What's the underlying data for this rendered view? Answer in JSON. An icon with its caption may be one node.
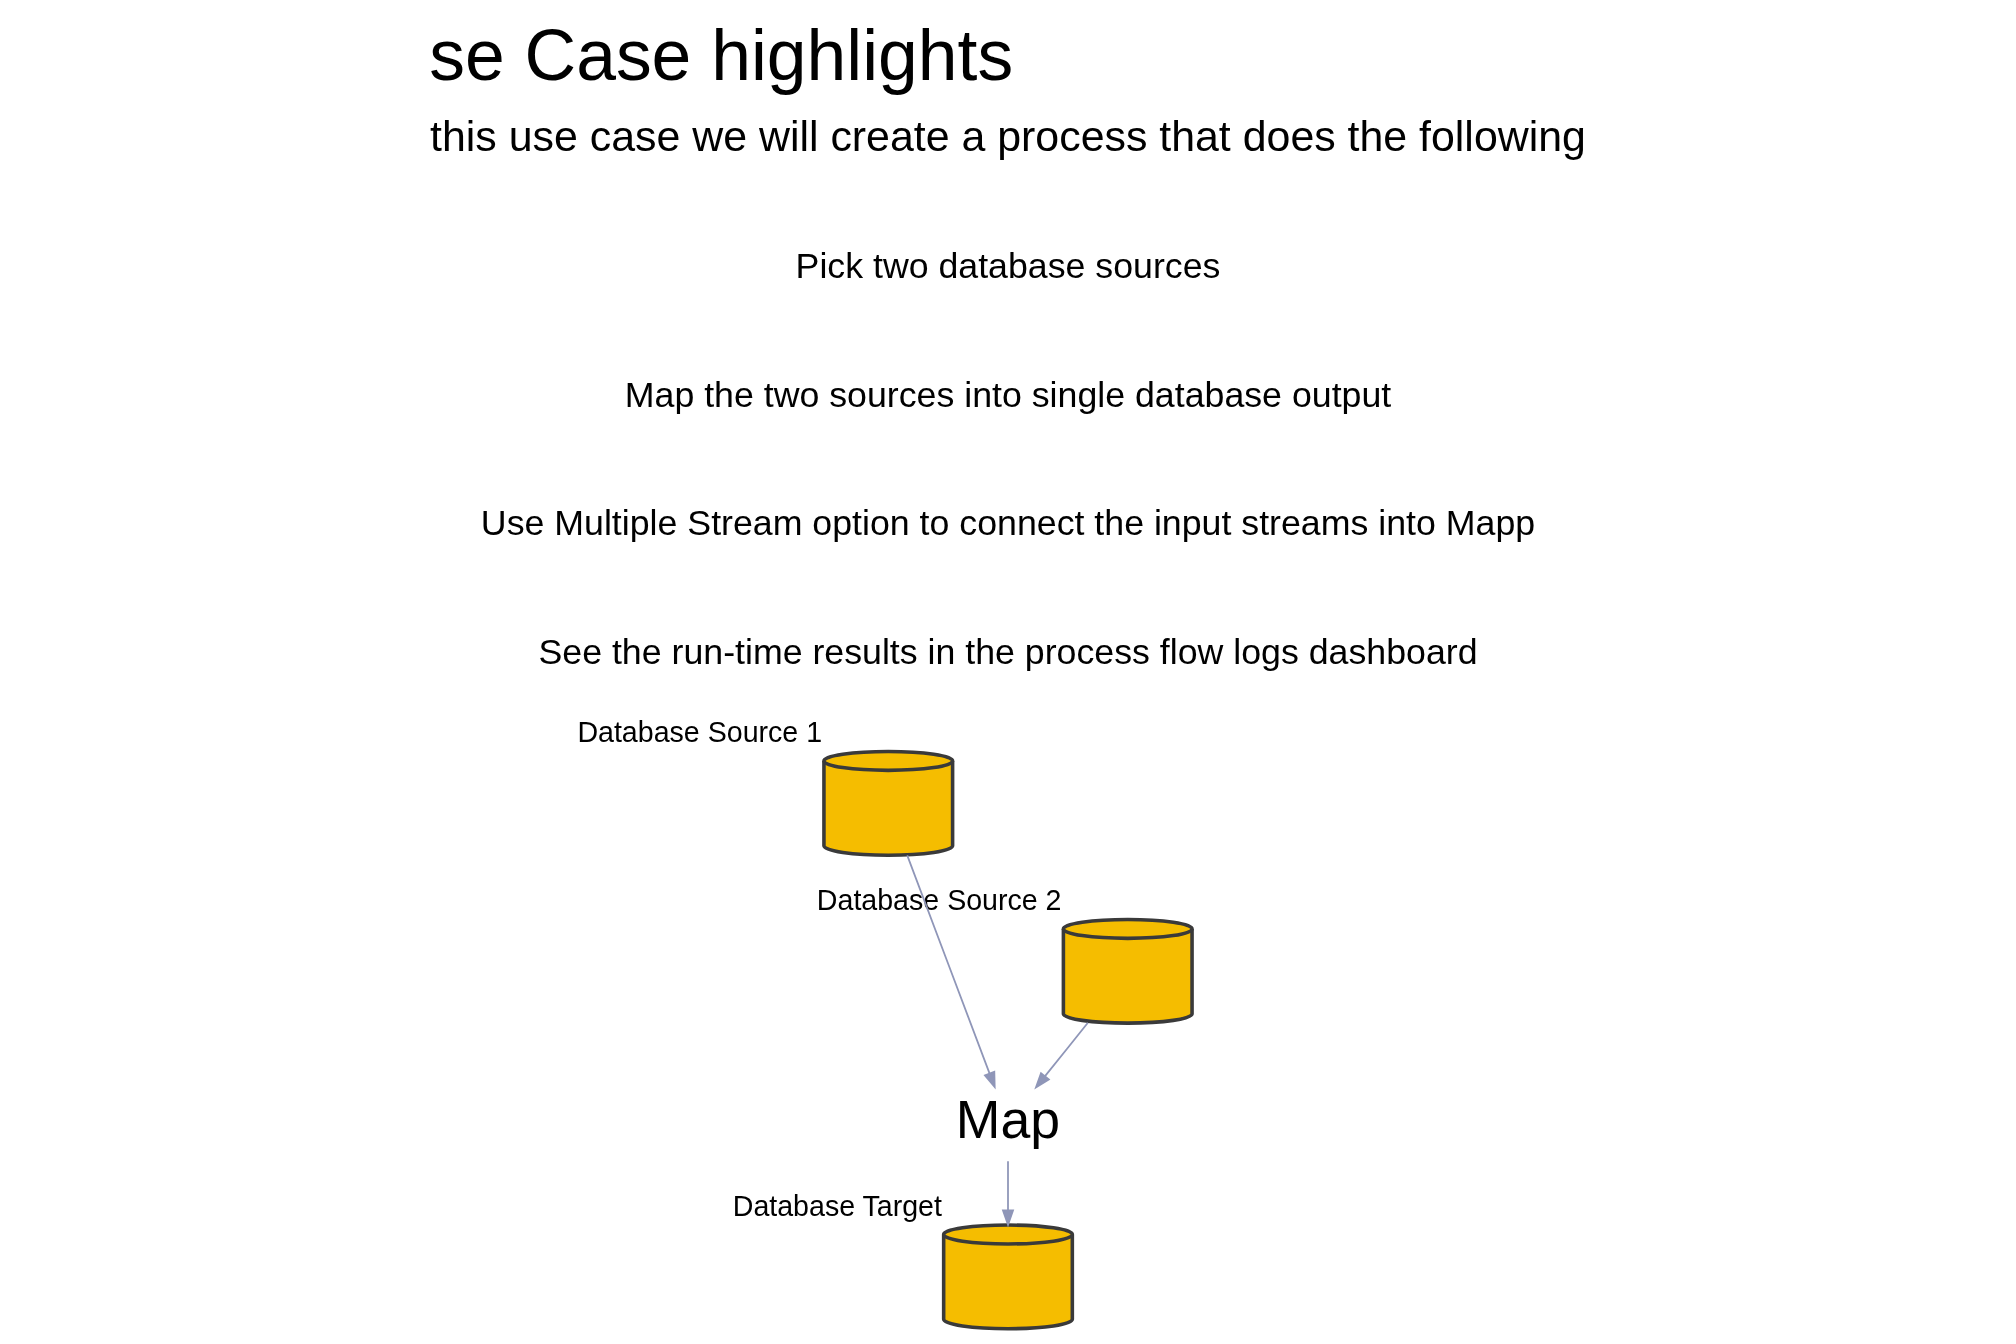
{
  "diagram": {
    "title": "se Case highlights",
    "nodes": [
      {
        "text": [],
        "shape": "cylinder",
        "beside": [
          "Database Source 1"
        ]
      },
      {
        "text": [],
        "shape": "cylinder",
        "beside": [
          "Database Source 2"
        ]
      },
      {
        "text": [
          "Map"
        ]
      },
      {
        "text": [],
        "shape": "cylinder",
        "beside": [
          "Database Target"
        ]
      }
    ],
    "edges": [
      {
        "from": 0,
        "to": 2,
        "arrow": "to"
      },
      {
        "from": 1,
        "to": 2,
        "arrow": "to"
      },
      {
        "from": 2,
        "to": 3,
        "arrow": "to"
      }
    ],
    "labels": [
      "this use case we will create a process that does the following",
      "Pick two database sources",
      "Map the two sources into single database output",
      "Use Multiple Stream option to connect the input streams into Mapp",
      "See the run-time results in the process flow logs dashboard"
    ]
  }
}
